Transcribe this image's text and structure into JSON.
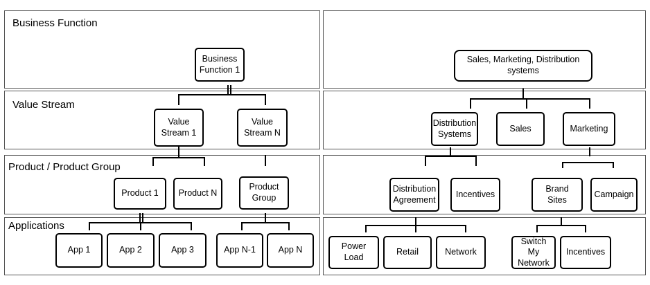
{
  "layers": {
    "business_function": "Business Function",
    "value_stream": "Value Stream",
    "product_group": "Product / Product Group",
    "applications": "Applications"
  },
  "left": {
    "business_function": "Business\nFunction 1",
    "value_stream_1": "Value\nStream 1",
    "value_stream_n": "Value\nStream N",
    "product_1": "Product 1",
    "product_n": "Product N",
    "product_group": "Product\nGroup",
    "app_1": "App 1",
    "app_2": "App 2",
    "app_3": "App 3",
    "app_n_1": "App N-1",
    "app_n": "App N"
  },
  "right": {
    "business_function": "Sales, Marketing, Distribution\nsystems",
    "distribution_systems": "Distribution\nSystems",
    "sales": "Sales",
    "marketing": "Marketing",
    "distribution_agreement": "Distribution\nAgreement",
    "incentives": "Incentives",
    "brand_sites": "Brand Sites",
    "campaign": "Campaign",
    "power_load": "Power\nLoad",
    "retail": "Retail",
    "network": "Network",
    "switch_my_network": "Switch My\nNetwork",
    "app_incentives": "Incentives"
  }
}
